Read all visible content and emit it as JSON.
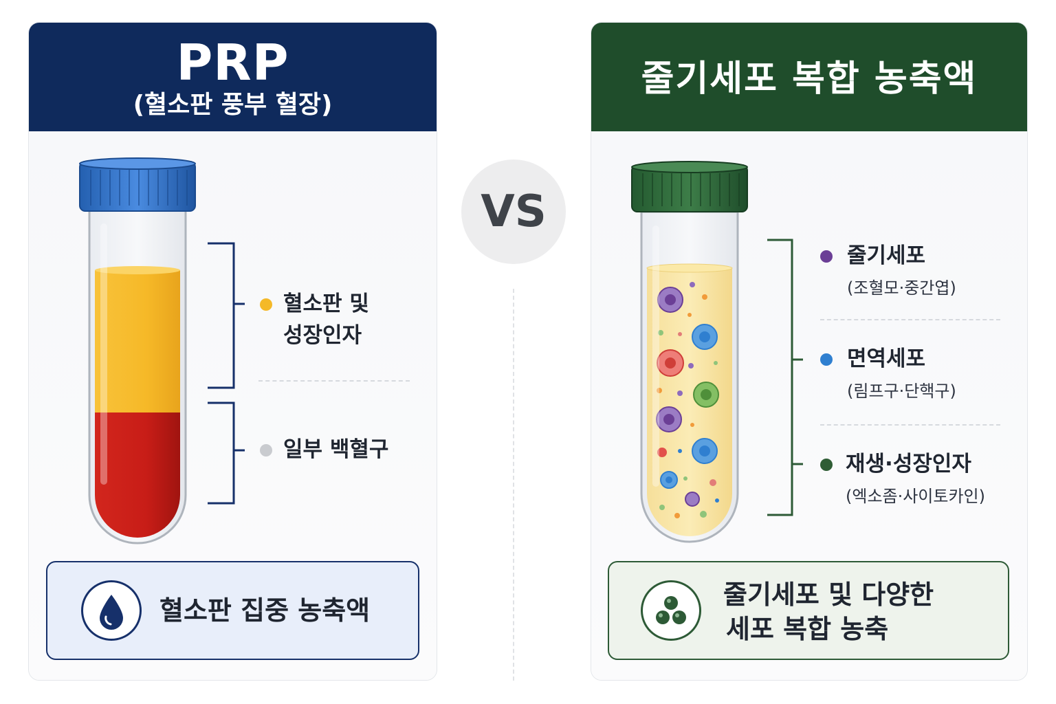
{
  "left_panel": {
    "title": "PRP",
    "subtitle": "(혈소판 풍부 혈장)",
    "labels": [
      {
        "line1": "혈소판 및",
        "line2": "성장인자",
        "dot_color": "#f4b928"
      },
      {
        "line1": "일부 백혈구",
        "dot_color": "#c9cbcf"
      }
    ],
    "bottom_text": "혈소판 집중 농축액",
    "bottom_icon": "blood-drop-icon",
    "accent_color": "#0f2a5c",
    "tube_cap_color": "#2f6fc0",
    "plasma_color": "#f5b823",
    "blood_color": "#c81d17"
  },
  "vs_text": "VS",
  "right_panel": {
    "title": "줄기세포 복합 농축액",
    "labels": [
      {
        "title": "줄기세포",
        "sub": "(조혈모·중간엽)",
        "dot_color": "#6b3f96"
      },
      {
        "title": "면역세포",
        "sub": "(림프구·단핵구)",
        "dot_color": "#2f7fd0"
      },
      {
        "title": "재생·성장인자",
        "sub": "(엑소좀·사이토카인)",
        "dot_color": "#2f5d35"
      }
    ],
    "bottom_text_line1": "줄기세포 및 다양한",
    "bottom_text_line2": "세포 복합 농축",
    "bottom_icon": "cell-cluster-icon",
    "accent_color": "#1f4d2b",
    "tube_cap_color": "#2f6a3a",
    "fluid_color": "#f9e6a6"
  }
}
